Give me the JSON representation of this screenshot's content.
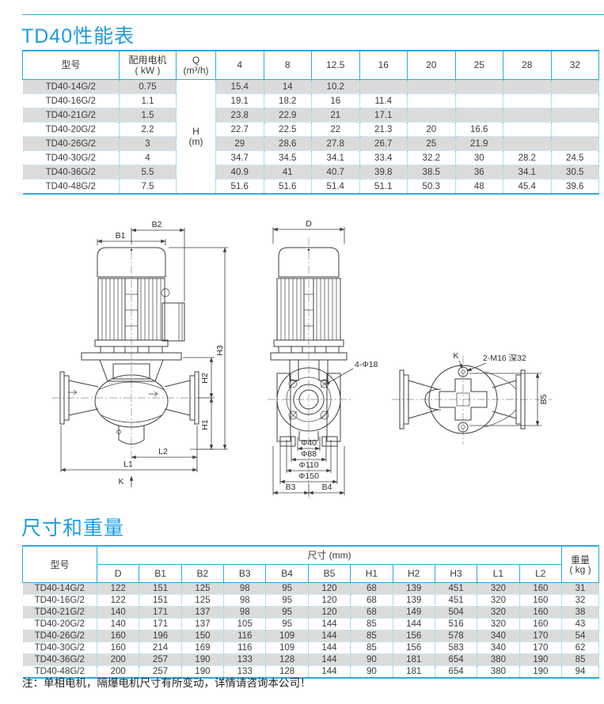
{
  "page": {
    "title_performance": "TD40性能表",
    "title_dimensions": "尺寸和重量",
    "note": "注：单相电机，隔爆电机尺寸有所变动，详情请咨询本公司！",
    "accent_color": "#29ABE2",
    "row_shade_color": "#DBDBDB",
    "model_text_color": "#2FA8DE"
  },
  "performance_table": {
    "col_model": "型号",
    "col_motor_line1": "配用电机",
    "col_motor_line2": "( kW )",
    "col_q_line1": "Q",
    "col_q_line2": "(m³/h)",
    "h_label": "H",
    "h_unit": "(m)",
    "flow_headers": [
      "4",
      "8",
      "12.5",
      "16",
      "20",
      "25",
      "28",
      "32"
    ],
    "rows": [
      {
        "model": "TD40-14G/2",
        "power": "0.75",
        "values": [
          "15.4",
          "14",
          "10.2",
          "",
          "",
          "",
          "",
          ""
        ]
      },
      {
        "model": "TD40-16G/2",
        "power": "1.1",
        "values": [
          "19.1",
          "18.2",
          "16",
          "11.4",
          "",
          "",
          "",
          ""
        ]
      },
      {
        "model": "TD40-21G/2",
        "power": "1.5",
        "values": [
          "23.8",
          "22.9",
          "21",
          "17.1",
          "",
          "",
          "",
          ""
        ]
      },
      {
        "model": "TD40-20G/2",
        "power": "2.2",
        "values": [
          "22.7",
          "22.5",
          "22",
          "21.3",
          "20",
          "16.6",
          "",
          ""
        ]
      },
      {
        "model": "TD40-26G/2",
        "power": "3",
        "values": [
          "29",
          "28.6",
          "27.8",
          "26.7",
          "25",
          "21.9",
          "",
          ""
        ]
      },
      {
        "model": "TD40-30G/2",
        "power": "4",
        "values": [
          "34.7",
          "34.5",
          "34.1",
          "33.4",
          "32.2",
          "30",
          "28.2",
          "24.5"
        ]
      },
      {
        "model": "TD40-36G/2",
        "power": "5.5",
        "values": [
          "40.9",
          "41",
          "40.7",
          "39.8",
          "38.5",
          "36",
          "34.1",
          "30.5"
        ]
      },
      {
        "model": "TD40-48G/2",
        "power": "7.5",
        "values": [
          "51.6",
          "51.6",
          "51.4",
          "51.1",
          "50.3",
          "48",
          "45.4",
          "39.6"
        ]
      }
    ]
  },
  "drawings": {
    "front": {
      "b2": "B2",
      "b1": "B1",
      "h3": "H3",
      "h2": "H2",
      "h1": "H1",
      "l2": "L2",
      "l1": "L1",
      "k": "K"
    },
    "side": {
      "d": "D",
      "bolt_holes": "4-Φ18",
      "dia40": "Φ40",
      "dia88": "Φ88",
      "dia110": "Φ110",
      "dia150": "Φ150",
      "b3": "B3",
      "b4": "B4"
    },
    "top": {
      "k": "K",
      "thread": "2-M16 深32",
      "b5": "B5"
    }
  },
  "dimensions_table": {
    "col_model": "型号",
    "col_size_group": "尺寸 (mm)",
    "col_weight_line1": "重量",
    "col_weight_line2": "( kg )",
    "size_headers": [
      "D",
      "B1",
      "B2",
      "B3",
      "B4",
      "B5",
      "H1",
      "H2",
      "H3",
      "L1",
      "L2"
    ],
    "rows": [
      {
        "model": "TD40-14G/2",
        "values": [
          "122",
          "151",
          "125",
          "98",
          "95",
          "120",
          "68",
          "139",
          "451",
          "320",
          "160"
        ],
        "weight": "31"
      },
      {
        "model": "TD40-16G/2",
        "values": [
          "122",
          "151",
          "125",
          "98",
          "95",
          "120",
          "68",
          "139",
          "451",
          "320",
          "160"
        ],
        "weight": "32"
      },
      {
        "model": "TD40-21G/2",
        "values": [
          "140",
          "171",
          "137",
          "98",
          "95",
          "120",
          "68",
          "149",
          "504",
          "320",
          "160"
        ],
        "weight": "38"
      },
      {
        "model": "TD40-20G/2",
        "values": [
          "140",
          "171",
          "137",
          "105",
          "95",
          "144",
          "85",
          "144",
          "516",
          "320",
          "160"
        ],
        "weight": "43"
      },
      {
        "model": "TD40-26G/2",
        "values": [
          "160",
          "196",
          "150",
          "116",
          "109",
          "144",
          "85",
          "156",
          "578",
          "340",
          "170"
        ],
        "weight": "54"
      },
      {
        "model": "TD40-30G/2",
        "values": [
          "160",
          "214",
          "169",
          "116",
          "109",
          "144",
          "85",
          "156",
          "583",
          "340",
          "170"
        ],
        "weight": "62"
      },
      {
        "model": "TD40-36G/2",
        "values": [
          "200",
          "257",
          "190",
          "133",
          "128",
          "144",
          "90",
          "181",
          "654",
          "380",
          "190"
        ],
        "weight": "85"
      },
      {
        "model": "TD40-48G/2",
        "values": [
          "200",
          "257",
          "190",
          "133",
          "128",
          "144",
          "90",
          "181",
          "654",
          "380",
          "190"
        ],
        "weight": "94"
      }
    ]
  }
}
